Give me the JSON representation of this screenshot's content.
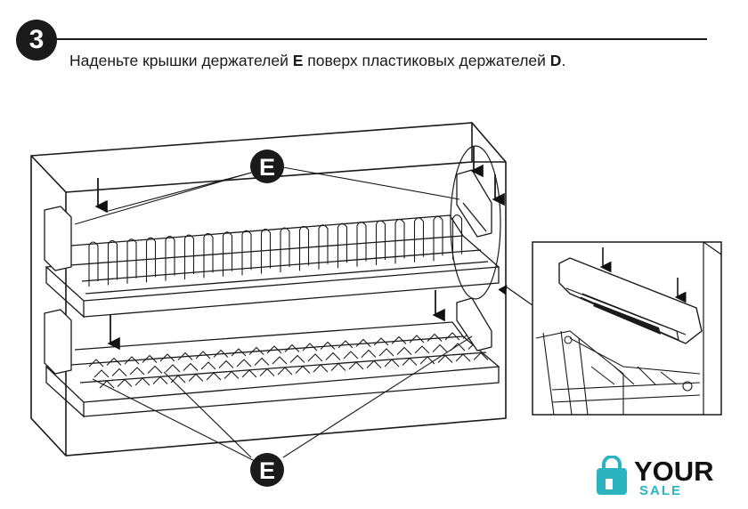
{
  "step": {
    "number": "3",
    "instruction_pre": "Наденьте крышки держателей ",
    "instruction_e": "E",
    "instruction_mid": " поверх пластиковых держателей ",
    "instruction_d": "D",
    "instruction_post": "."
  },
  "callouts": {
    "top": "E",
    "bottom": "E"
  },
  "logo": {
    "line1": "YOUR",
    "line2": "SALE"
  }
}
